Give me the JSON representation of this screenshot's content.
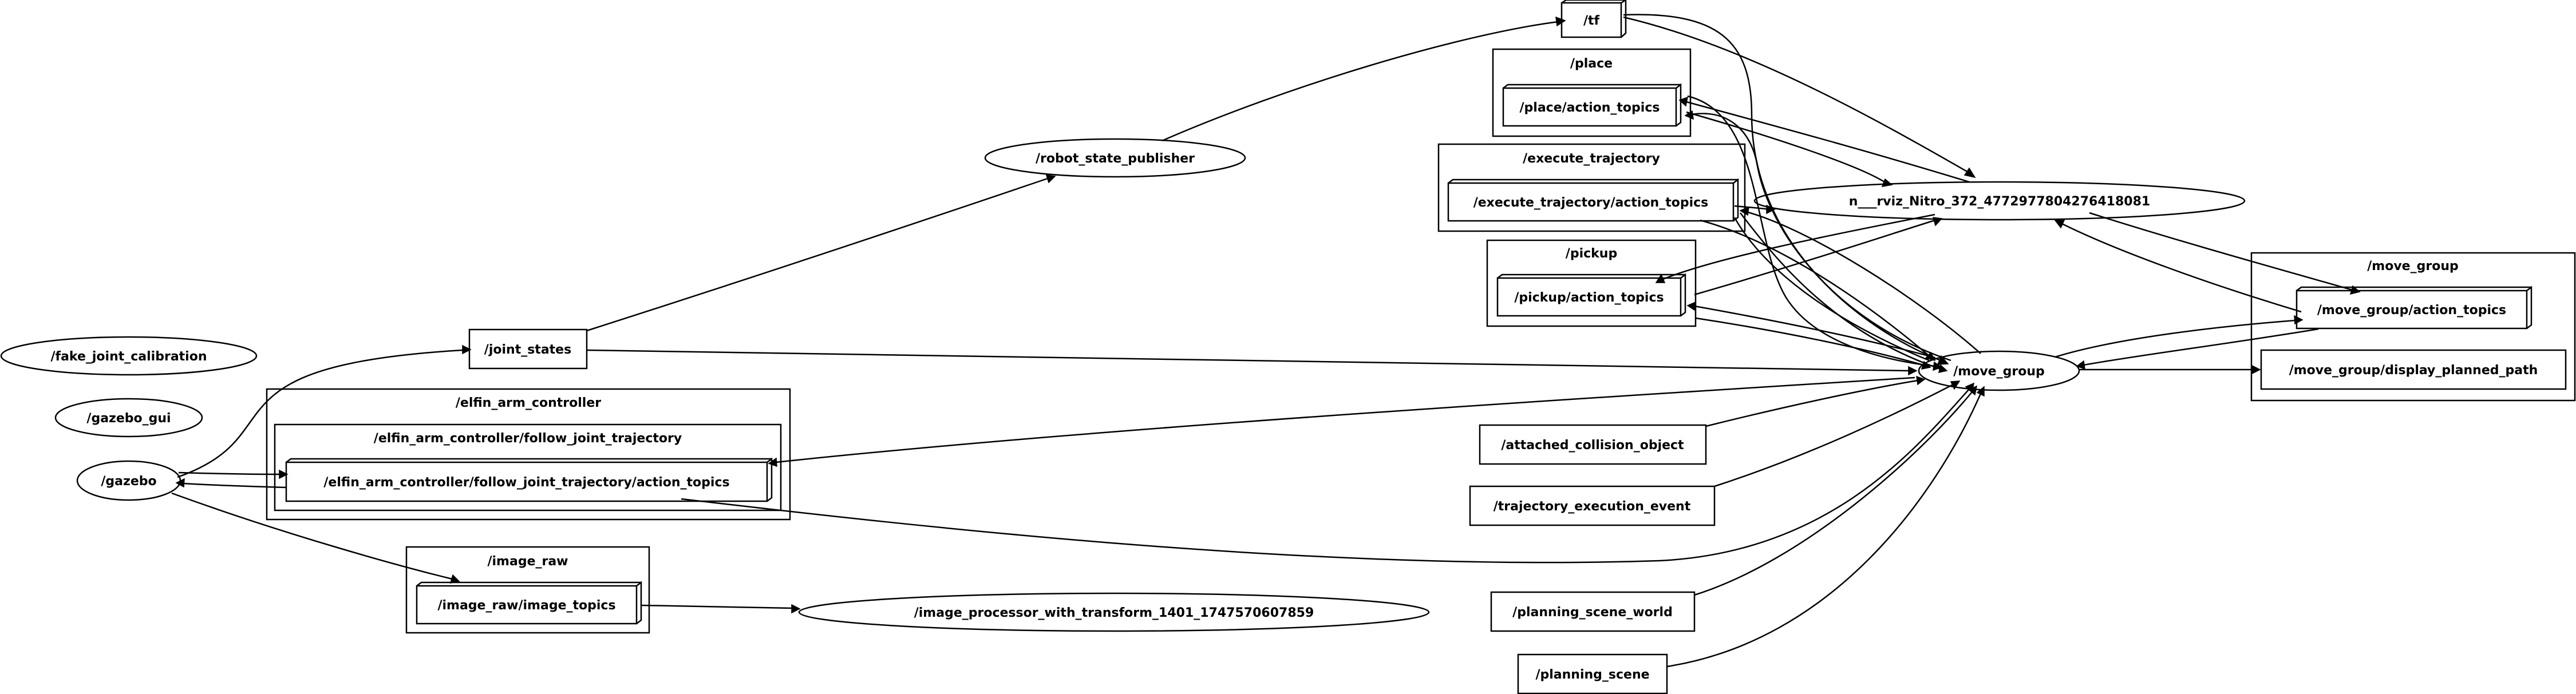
{
  "graph": {
    "clusters": {
      "place": "/place",
      "execute_trajectory": "/execute_trajectory",
      "pickup": "/pickup",
      "move_group": "/move_group",
      "elfin_arm_controller": "/elfin_arm_controller",
      "elfin_follow": "/elfin_arm_controller/follow_joint_trajectory",
      "image_raw": "/image_raw"
    },
    "nodes": {
      "tf": "/tf",
      "place_action": "/place/action_topics",
      "execute_action": "/execute_trajectory/action_topics",
      "pickup_action": "/pickup/action_topics",
      "rviz": "n___rviz_Nitro_372_4772977804276418081",
      "robot_state_publisher": "/robot_state_publisher",
      "move_group": "/move_group",
      "move_group_action": "/move_group/action_topics",
      "display_planned_path": "/move_group/display_planned_path",
      "joint_states": "/joint_states",
      "fake_joint_calibration": "/fake_joint_calibration",
      "gazebo_gui": "/gazebo_gui",
      "gazebo": "/gazebo",
      "follow_action": "/elfin_arm_controller/follow_joint_trajectory/action_topics",
      "attached_collision_object": "/attached_collision_object",
      "trajectory_execution_event": "/trajectory_execution_event",
      "image_topics": "/image_raw/image_topics",
      "image_processor": "/image_processor_with_transform_1401_1747570607859",
      "planning_scene_world": "/planning_scene_world",
      "planning_scene": "/planning_scene"
    }
  }
}
